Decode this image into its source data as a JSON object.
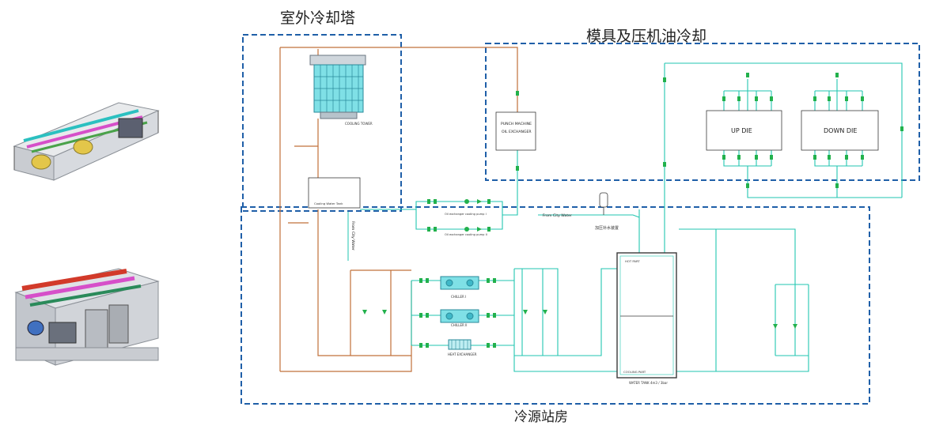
{
  "zones": {
    "cooling_tower_area": "室外冷却塔",
    "die_press_oil_cooling": "模具及压机油冷却",
    "chiller_plant_room": "冷源站房"
  },
  "equipment": {
    "cooling_tower": "COOLING TOWER",
    "cooling_water_tank": "Cooling Water Tank",
    "punch_machine": "PUNCH MACHINE",
    "oil_exchanger": "OIL EXCHANGER",
    "up_die": "UP DIE",
    "down_die": "DOWN DIE",
    "oil_pump_1": "Oil exchanger cooling pump I",
    "oil_pump_2": "Oil exchanger cooling pump II",
    "chiller_1": "CHILLER I",
    "chiller_2": "CHILLER II",
    "heat_exchanger": "HEAT EXCHANGER",
    "from_city_water_1": "From City Water",
    "from_city_water_2": "From City Water",
    "booster": "加压补水装置",
    "hot_part": "HOT PART",
    "cooling_part": "COOLING PART",
    "water_tank": "WATER TANK  4m3 / 3bar"
  },
  "colors": {
    "zone_border": "#1f5fa8",
    "cooling_water_pipe": "#c0703a",
    "chilled_water_pipe": "#22c6b0",
    "valve_green": "#22b14c",
    "tower_fill": "#7fe0e6",
    "equipment_box": "#3a3a3a"
  }
}
